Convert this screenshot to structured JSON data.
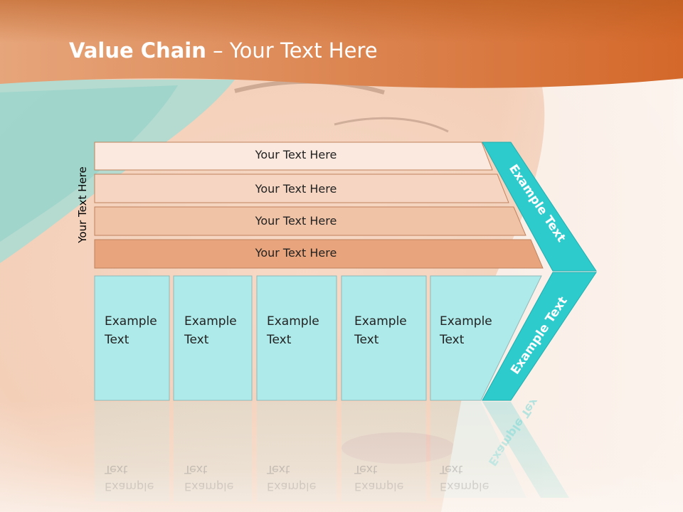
{
  "title": {
    "bold": "Value Chain",
    "rest": " – Your Text Here"
  },
  "side_label": "Your Text Here",
  "bands": [
    {
      "label": "Your Text Here",
      "fill": "#fbe9df"
    },
    {
      "label": "Your Text Here",
      "fill": "#f6d6c2"
    },
    {
      "label": "Your Text Here",
      "fill": "#f0c3a6"
    },
    {
      "label": "Your Text Here",
      "fill": "#e8a47c"
    }
  ],
  "cells": [
    {
      "line1": "Example",
      "line2": "Text"
    },
    {
      "line1": "Example",
      "line2": "Text"
    },
    {
      "line1": "Example",
      "line2": "Text"
    },
    {
      "line1": "Example",
      "line2": "Text"
    },
    {
      "line1": "Example",
      "line2": "Text"
    }
  ],
  "chevron": {
    "top_label": "Example Text",
    "bottom_label": "Example Text"
  },
  "colors": {
    "header_orange": "#d9702e",
    "teal": "#2ecbcd",
    "cell_fill": "#aeeaea",
    "band_stroke": "#c0825e"
  }
}
